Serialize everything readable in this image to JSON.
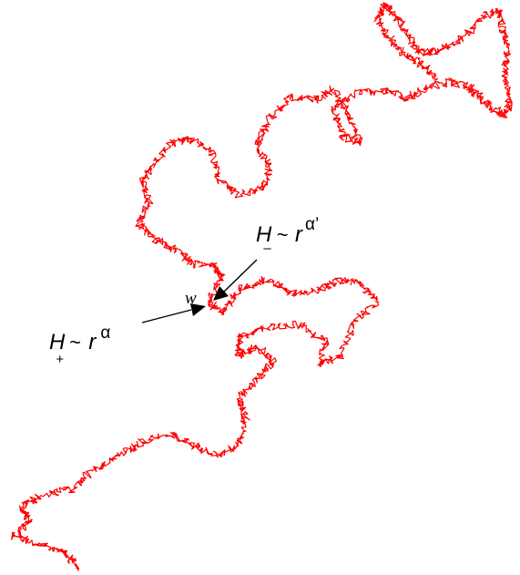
{
  "colors": {
    "curve": "#ff0000",
    "arrows": "#000000",
    "background": "#ffffff"
  },
  "labels": {
    "point": "w",
    "upper": {
      "base": "H",
      "sub": "–",
      "tilde": "~",
      "r": "r",
      "exp": "α’"
    },
    "lower": {
      "base": "H",
      "sub": "+",
      "tilde": "~",
      "r": "r",
      "exp": "α"
    }
  }
}
